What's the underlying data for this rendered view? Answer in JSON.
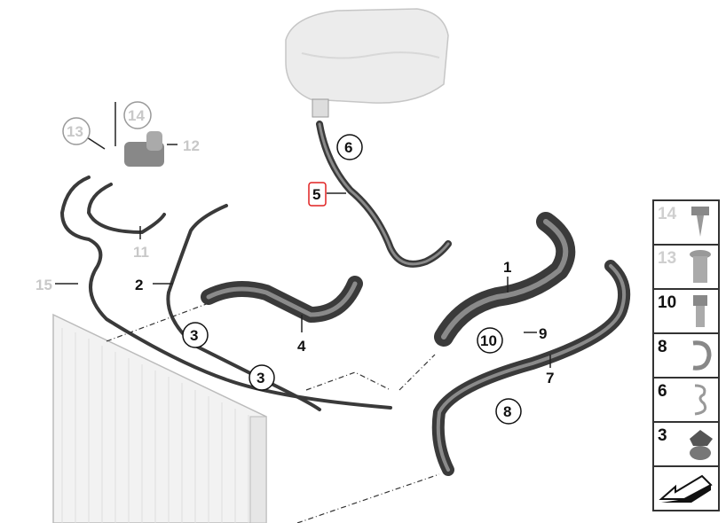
{
  "diagram": {
    "callouts": [
      {
        "id": "c1",
        "text": "1",
        "style": "plain"
      },
      {
        "id": "c2",
        "text": "2",
        "style": "plain"
      },
      {
        "id": "c3a",
        "text": "3",
        "style": "circle"
      },
      {
        "id": "c3b",
        "text": "3",
        "style": "circle"
      },
      {
        "id": "c4",
        "text": "4",
        "style": "plain"
      },
      {
        "id": "c5",
        "text": "5",
        "style": "highlighted"
      },
      {
        "id": "c6",
        "text": "6",
        "style": "circle"
      },
      {
        "id": "c7",
        "text": "7",
        "style": "plain"
      },
      {
        "id": "c8",
        "text": "8",
        "style": "circle"
      },
      {
        "id": "c9",
        "text": "9",
        "style": "plain"
      },
      {
        "id": "c10",
        "text": "10",
        "style": "circle"
      },
      {
        "id": "c11",
        "text": "11",
        "style": "gray"
      },
      {
        "id": "c12",
        "text": "12",
        "style": "gray"
      },
      {
        "id": "c13",
        "text": "13",
        "style": "gray-circle"
      },
      {
        "id": "c14",
        "text": "14",
        "style": "gray-circle"
      },
      {
        "id": "c15",
        "text": "15",
        "style": "gray"
      }
    ],
    "highlight_color": "#e02020"
  },
  "legend": {
    "items": [
      {
        "num": "14",
        "part": "screw-icon",
        "muted": true
      },
      {
        "num": "13",
        "part": "nut-insert-icon",
        "muted": true
      },
      {
        "num": "10",
        "part": "bolt-icon",
        "muted": false
      },
      {
        "num": "8",
        "part": "hose-clip-icon",
        "muted": false
      },
      {
        "num": "6",
        "part": "double-clip-icon",
        "muted": false
      },
      {
        "num": "3",
        "part": "holder-icon",
        "muted": false
      }
    ],
    "direction_icon": "arrow-icon"
  }
}
